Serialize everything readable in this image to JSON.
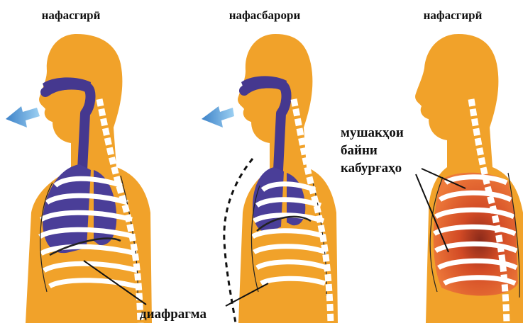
{
  "panels": [
    {
      "title": "нафасгирӣ"
    },
    {
      "title": "нафасбарори"
    },
    {
      "title": "нафасгирӣ"
    }
  ],
  "labels": {
    "diaphragm": "диафрагма",
    "intercostal_line1": "мушакҳои",
    "intercostal_line2": "байни",
    "intercostal_line3": "кабурғаҳо"
  },
  "colors": {
    "body": "#f1a22a",
    "airway": "#45388f",
    "lung": "#4a3e98",
    "ribs": "#ffffff",
    "muscle": "#e0502a",
    "arrow": "#4f9bd8"
  }
}
